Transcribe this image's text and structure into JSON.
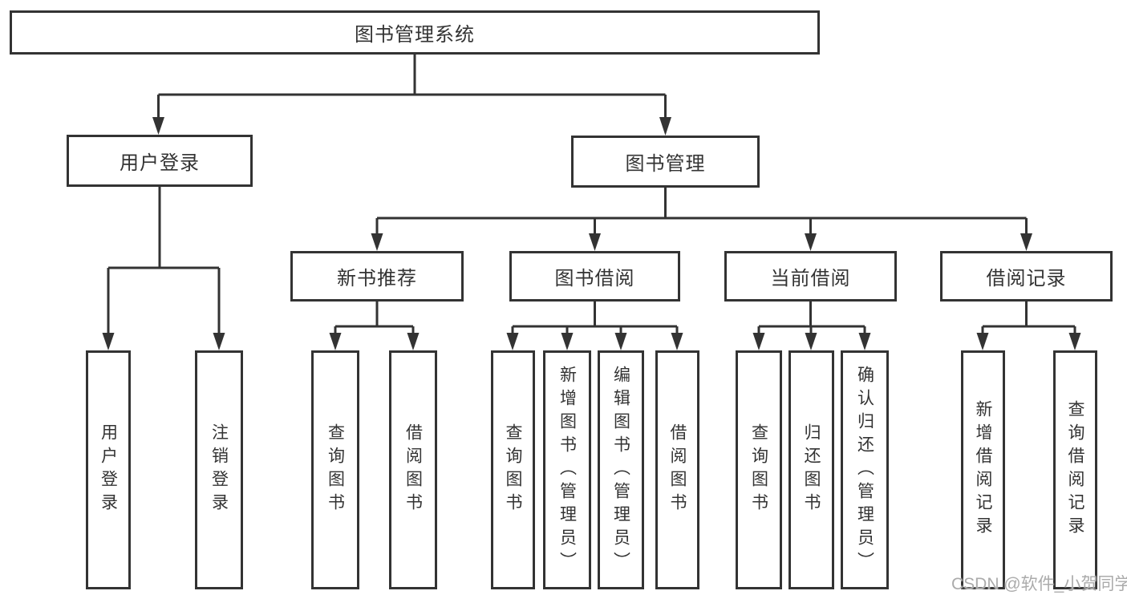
{
  "root": {
    "label": "图书管理系统"
  },
  "level2": [
    {
      "label": "用户登录"
    },
    {
      "label": "图书管理"
    }
  ],
  "level3": [
    {
      "label": "新书推荐"
    },
    {
      "label": "图书借阅"
    },
    {
      "label": "当前借阅"
    },
    {
      "label": "借阅记录"
    }
  ],
  "leaves": {
    "userLogin": [
      {
        "label": "用户登录"
      },
      {
        "label": "注销登录"
      }
    ],
    "newBookRec": [
      {
        "label": "查询图书"
      },
      {
        "label": "借阅图书"
      }
    ],
    "bookBorrow": [
      {
        "label": "查询图书"
      },
      {
        "label": "新增图书（管理员）"
      },
      {
        "label": "编辑图书（管理员）"
      },
      {
        "label": "借阅图书"
      }
    ],
    "currentBorrow": [
      {
        "label": "查询图书"
      },
      {
        "label": "归还图书"
      },
      {
        "label": "确认归还（管理员）"
      }
    ],
    "borrowRecord": [
      {
        "label": "新增借阅记录"
      },
      {
        "label": "查询借阅记录"
      }
    ]
  },
  "watermark": "CSDN @软件_小贺同学",
  "colors": {
    "line": "#333333",
    "text": "#333333",
    "watermark": "#ababab",
    "background": "#ffffff"
  }
}
